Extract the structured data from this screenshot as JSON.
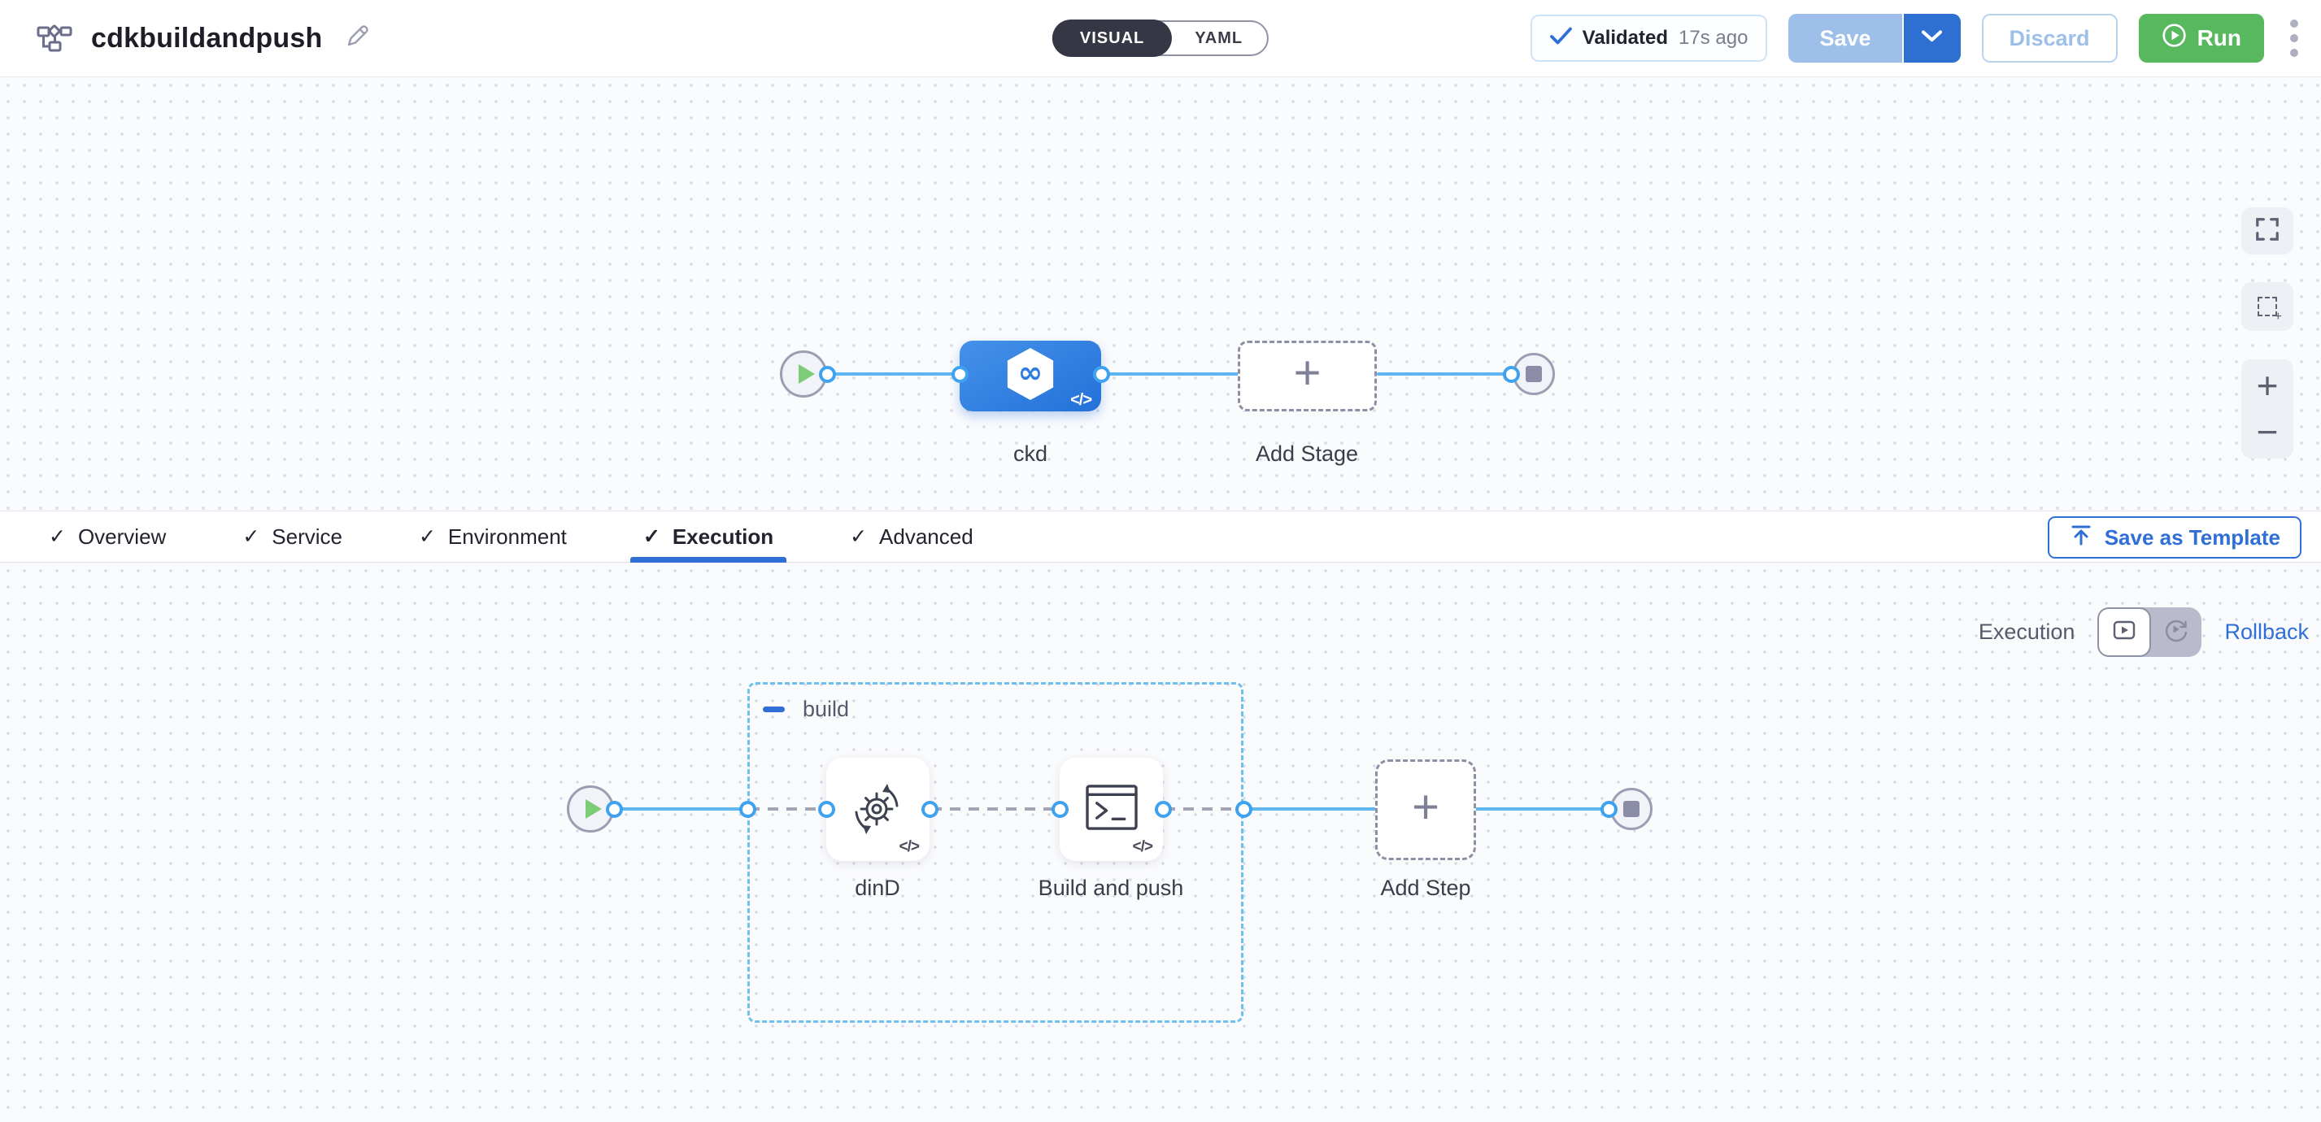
{
  "header": {
    "title": "cdkbuildandpush",
    "mode_toggle": {
      "visual_label": "VISUAL",
      "yaml_label": "YAML",
      "selected": "VISUAL"
    },
    "validated_badge": {
      "label": "Validated",
      "time_ago": "17s ago"
    },
    "save_button": "Save",
    "discard_button": "Discard",
    "run_button": "Run"
  },
  "stage_canvas": {
    "stage_node": {
      "name": "ckd"
    },
    "add_stage_label": "Add Stage"
  },
  "tab_bar": {
    "tabs": [
      {
        "label": "Overview",
        "checked": true,
        "active": false
      },
      {
        "label": "Service",
        "checked": true,
        "active": false
      },
      {
        "label": "Environment",
        "checked": true,
        "active": false
      },
      {
        "label": "Execution",
        "checked": true,
        "active": true
      },
      {
        "label": "Advanced",
        "checked": true,
        "active": false
      }
    ],
    "check_glyph": "✓",
    "save_as_template_button": "Save as Template"
  },
  "execution_canvas": {
    "view_switch": {
      "execution_label": "Execution",
      "rollback_label": "Rollback",
      "selected": "execution"
    },
    "step_group": {
      "name": "build"
    },
    "steps": [
      {
        "name": "dinD"
      },
      {
        "name": "Build and push"
      }
    ],
    "add_step_label": "Add Step",
    "code_glyph": "</>"
  },
  "colors": {
    "accent_blue": "#2f6fd6",
    "connector_blue": "#5fb5f0",
    "stage_node_blue": "#2e7ce0",
    "run_green": "#57b85e",
    "save_disabled_blue": "#9dbfe9",
    "group_border_blue": "#6fc0ee",
    "port_border_blue": "#3fa2f0",
    "toggle_dark": "#363744"
  }
}
